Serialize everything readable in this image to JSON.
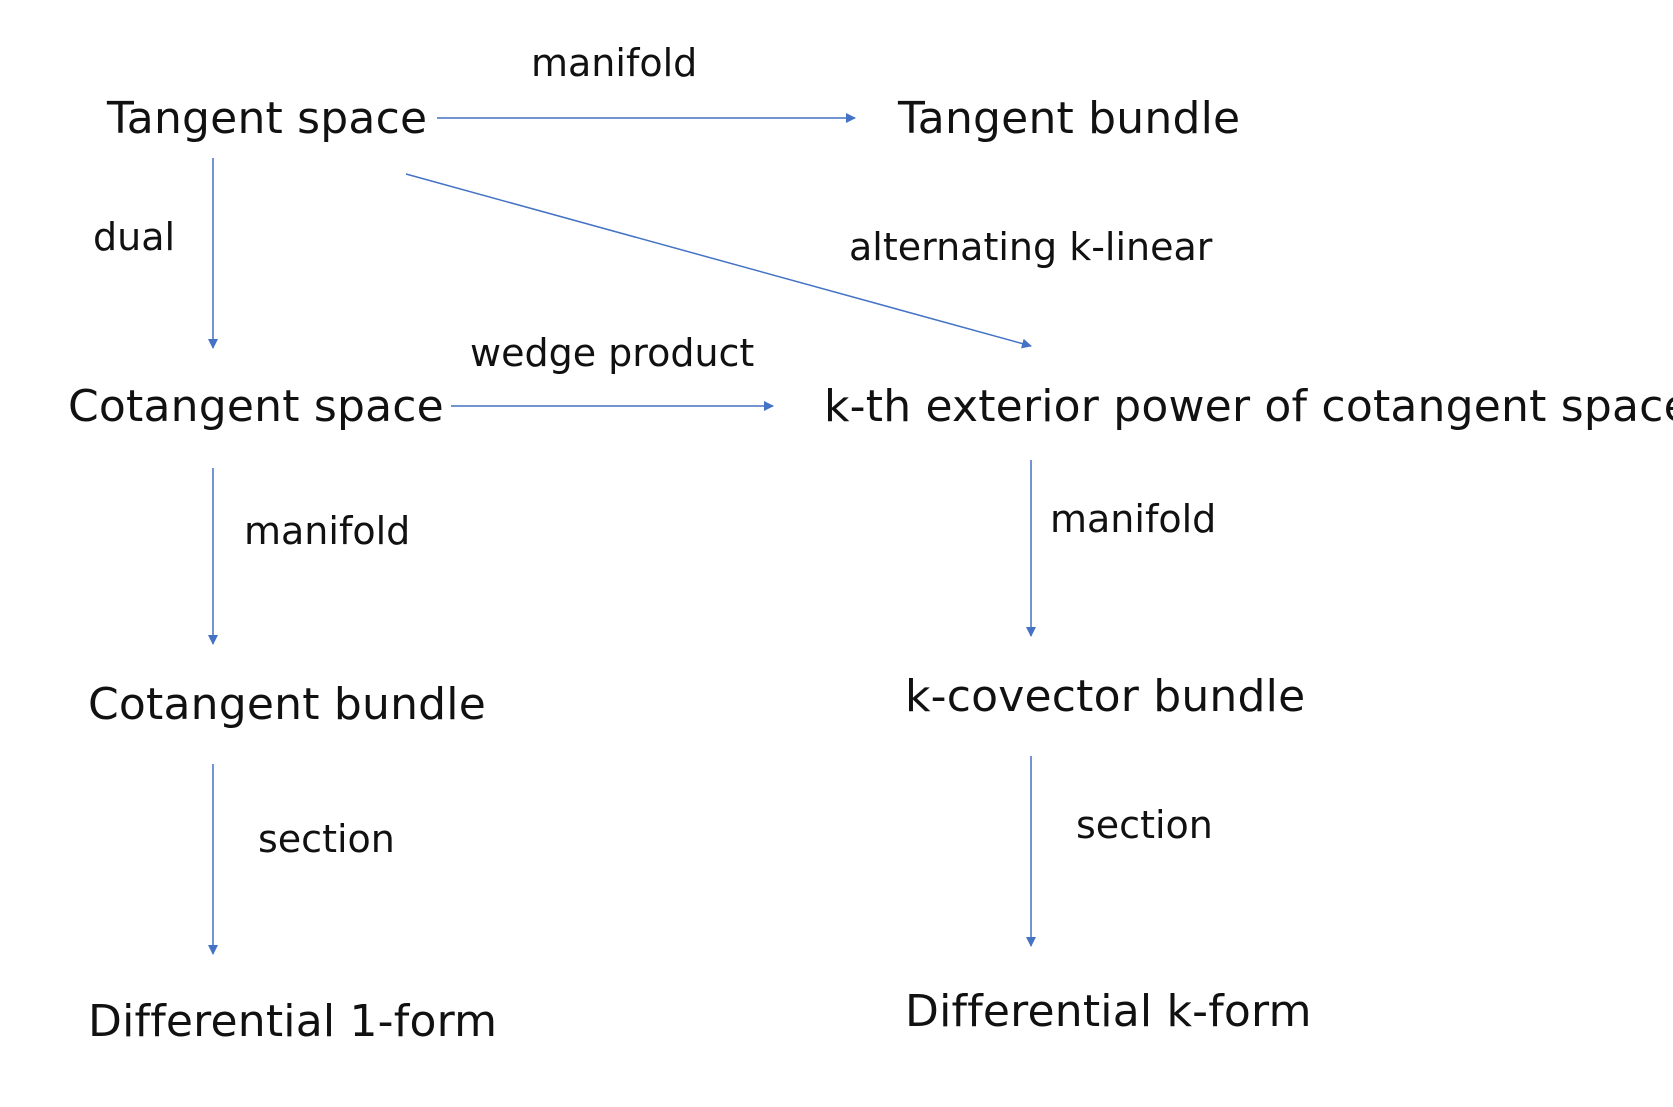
{
  "nodes": {
    "tangent_space": "Tangent space",
    "tangent_bundle": "Tangent bundle",
    "cotangent_space": "Cotangent space",
    "kth_exterior_power": "k-th exterior power of cotangent space",
    "cotangent_bundle": "Cotangent bundle",
    "k_covector_bundle": "k-covector bundle",
    "differential_1_form": "Differential 1-form",
    "differential_k_form": "Differential k-form"
  },
  "edges": {
    "tangent_space_to_tangent_bundle": "manifold",
    "tangent_space_to_cotangent_space": "dual",
    "tangent_space_to_kth_exterior_power": "alternating k-linear",
    "cotangent_space_to_kth_exterior_power": "wedge product",
    "cotangent_space_to_cotangent_bundle": "manifold",
    "kth_exterior_power_to_k_covector_bundle": "manifold",
    "cotangent_bundle_to_differential_1_form": "section",
    "k_covector_bundle_to_differential_k_form": "section"
  },
  "colors": {
    "arrow": "#4472C4",
    "text": "#111111",
    "background": "#ffffff"
  }
}
